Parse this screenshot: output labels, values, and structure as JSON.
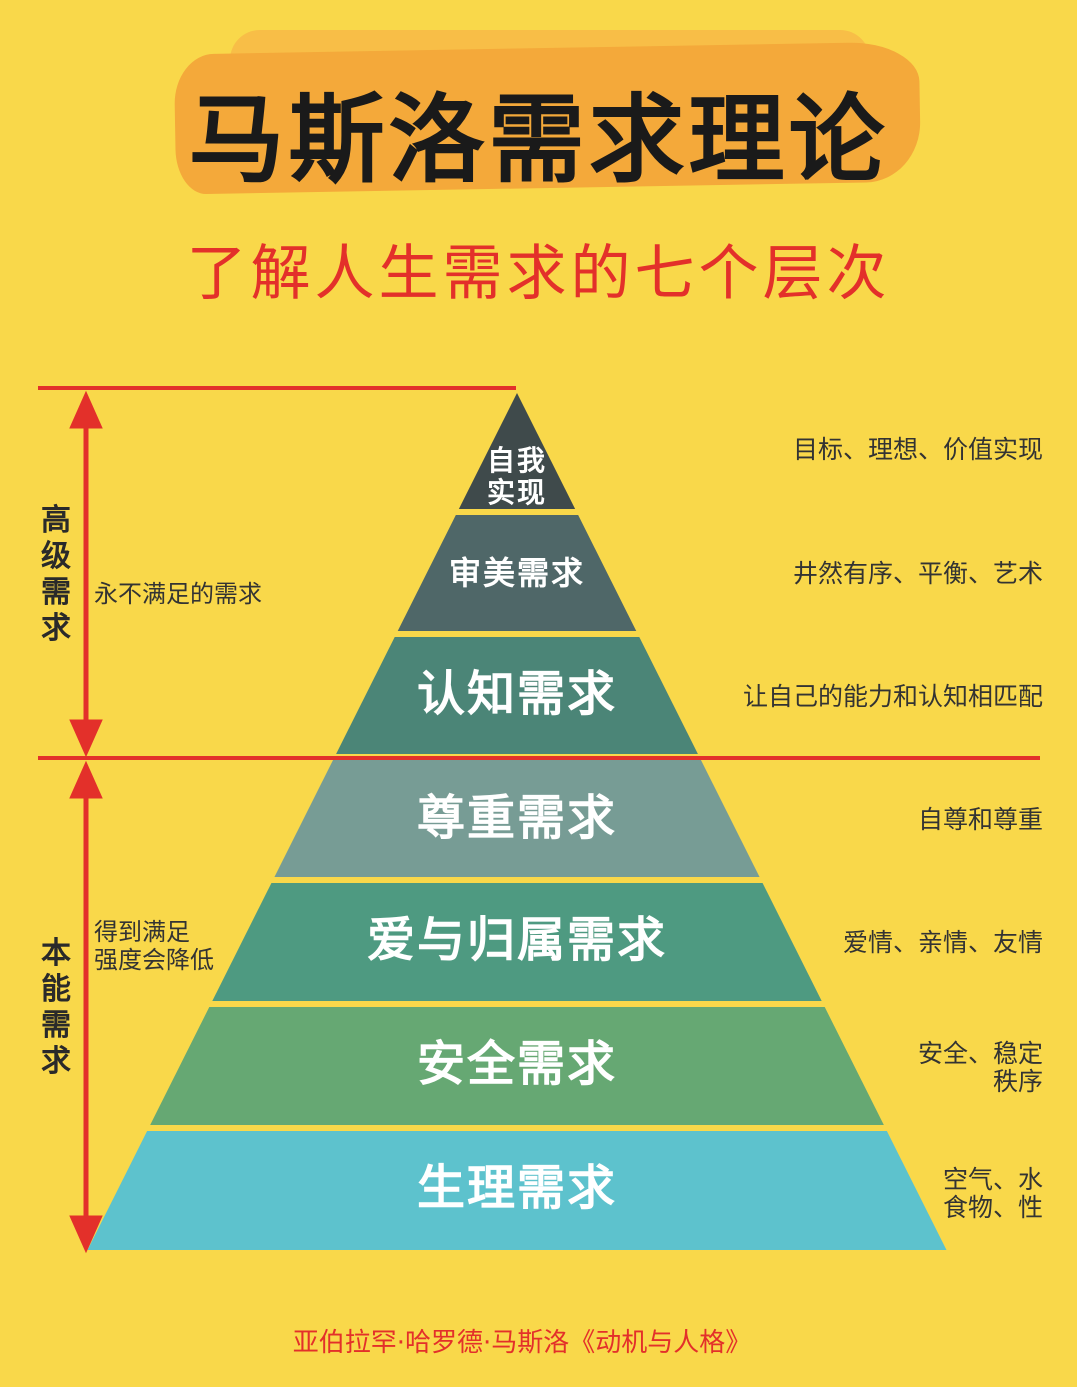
{
  "title": "马斯洛需求理论",
  "subtitle": "了解人生需求的七个层次",
  "levels": [
    {
      "name": "自我\n实现",
      "description": "目标、理想、价值实现",
      "color": "#3F4A4B"
    },
    {
      "name": "审美需求",
      "description": "井然有序、平衡、艺术",
      "color": "#4F6768"
    },
    {
      "name": "认知需求",
      "description": "让自己的能力和认知相匹配",
      "color": "#4B8577"
    },
    {
      "name": "尊重需求",
      "description": "自尊和尊重",
      "color": "#779C95"
    },
    {
      "name": "爱与归属需求",
      "description": "爱情、亲情、友情",
      "color": "#4E9A81"
    },
    {
      "name": "安全需求",
      "description": "安全、稳定\n秩序",
      "color": "#66A873"
    },
    {
      "name": "生理需求",
      "description": "空气、水\n食物、性",
      "color": "#5DC2CD"
    }
  ],
  "groups": {
    "high": {
      "label": "高级需求",
      "note": "永不满足的需求"
    },
    "basic": {
      "label": "本能需求",
      "note": "得到满足\n强度会降低"
    }
  },
  "footer": "亚伯拉罕·哈罗德·马斯洛《动机与人格》",
  "colors": {
    "background": "#F9D84A",
    "accent": "#E3302A"
  }
}
